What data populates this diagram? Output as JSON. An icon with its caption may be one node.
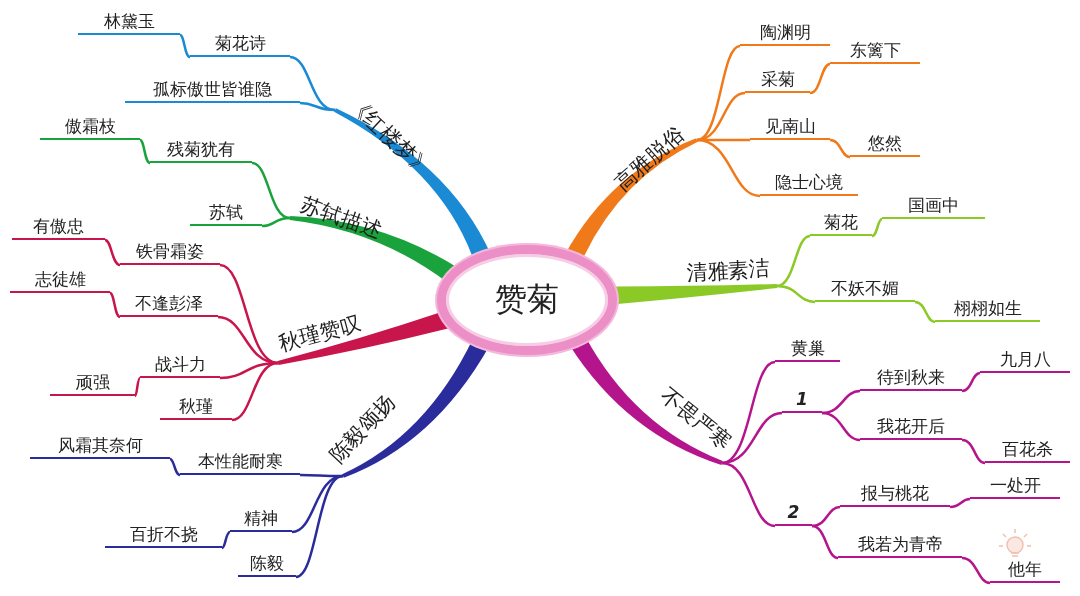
{
  "diagram": {
    "nodes": [
      {
        "text": [
          "赞菊"
        ]
      },
      {
        "text": [
          "《红楼梦》"
        ]
      },
      {
        "text": [
          "菊花诗"
        ]
      },
      {
        "text": [
          "林黛玉"
        ]
      },
      {
        "text": [
          "孤标傲世皆谁隐"
        ]
      },
      {
        "text": [
          "苏轼描述"
        ]
      },
      {
        "text": [
          "残菊犹有"
        ]
      },
      {
        "text": [
          "傲霜枝"
        ]
      },
      {
        "text": [
          "苏轼"
        ]
      },
      {
        "text": [
          "秋瑾赞叹"
        ]
      },
      {
        "text": [
          "铁骨霜姿"
        ]
      },
      {
        "text": [
          "有傲忠"
        ]
      },
      {
        "text": [
          "不逢彭泽"
        ]
      },
      {
        "text": [
          "志徒雄"
        ]
      },
      {
        "text": [
          "战斗力"
        ]
      },
      {
        "text": [
          "顽强"
        ]
      },
      {
        "text": [
          "秋瑾"
        ]
      },
      {
        "text": [
          "陈毅颂扬"
        ]
      },
      {
        "text": [
          "本性能耐寒"
        ]
      },
      {
        "text": [
          "风霜其奈何"
        ]
      },
      {
        "text": [
          "精神"
        ]
      },
      {
        "text": [
          "百折不挠"
        ]
      },
      {
        "text": [
          "陈毅"
        ]
      },
      {
        "text": [
          "高雅脱俗"
        ]
      },
      {
        "text": [
          "陶渊明"
        ]
      },
      {
        "text": [
          "采菊"
        ]
      },
      {
        "text": [
          "东篱下"
        ]
      },
      {
        "text": [
          "见南山"
        ]
      },
      {
        "text": [
          "悠然"
        ]
      },
      {
        "text": [
          "隐士心境"
        ]
      },
      {
        "text": [
          "清雅素洁"
        ]
      },
      {
        "text": [
          "菊花"
        ]
      },
      {
        "text": [
          "国画中"
        ]
      },
      {
        "text": [
          "不妖不媚"
        ]
      },
      {
        "text": [
          "栩栩如生"
        ]
      },
      {
        "text": [
          "不畏严寒"
        ]
      },
      {
        "text": [
          "黄巢"
        ]
      },
      {
        "text": [
          "1"
        ]
      },
      {
        "text": [
          "待到秋来"
        ]
      },
      {
        "text": [
          "九月八"
        ]
      },
      {
        "text": [
          "我花开后"
        ]
      },
      {
        "text": [
          "百花杀"
        ]
      },
      {
        "text": [
          "2"
        ]
      },
      {
        "text": [
          "报与桃花"
        ]
      },
      {
        "text": [
          "一处开"
        ]
      },
      {
        "text": [
          "我若为青帝"
        ]
      },
      {
        "text": [
          "他年"
        ]
      }
    ],
    "edges": [
      {
        "from": 0,
        "to": 1,
        "arrow": "none",
        "style": "thick",
        "color": "#1a8ad4"
      },
      {
        "from": 1,
        "to": 2,
        "arrow": "none",
        "color": "#1a8ad4"
      },
      {
        "from": 2,
        "to": 3,
        "arrow": "none",
        "color": "#1a8ad4"
      },
      {
        "from": 1,
        "to": 4,
        "arrow": "none",
        "color": "#1a8ad4"
      },
      {
        "from": 0,
        "to": 5,
        "arrow": "none",
        "style": "thick",
        "color": "#1aa33c"
      },
      {
        "from": 5,
        "to": 6,
        "arrow": "none",
        "color": "#1aa33c"
      },
      {
        "from": 6,
        "to": 7,
        "arrow": "none",
        "color": "#1aa33c"
      },
      {
        "from": 5,
        "to": 8,
        "arrow": "none",
        "color": "#1aa33c"
      },
      {
        "from": 0,
        "to": 9,
        "arrow": "none",
        "style": "thick",
        "color": "#c8164c"
      },
      {
        "from": 9,
        "to": 10,
        "arrow": "none",
        "color": "#c8164c"
      },
      {
        "from": 10,
        "to": 11,
        "arrow": "none",
        "color": "#c8164c"
      },
      {
        "from": 9,
        "to": 12,
        "arrow": "none",
        "color": "#c8164c"
      },
      {
        "from": 12,
        "to": 13,
        "arrow": "none",
        "color": "#c8164c"
      },
      {
        "from": 9,
        "to": 14,
        "arrow": "none",
        "color": "#c8164c"
      },
      {
        "from": 14,
        "to": 15,
        "arrow": "none",
        "color": "#c8164c"
      },
      {
        "from": 9,
        "to": 16,
        "arrow": "none",
        "color": "#c8164c"
      },
      {
        "from": 0,
        "to": 17,
        "arrow": "none",
        "style": "thick",
        "color": "#2b2c9c"
      },
      {
        "from": 17,
        "to": 18,
        "arrow": "none",
        "color": "#2b2c9c"
      },
      {
        "from": 18,
        "to": 19,
        "arrow": "none",
        "color": "#2b2c9c"
      },
      {
        "from": 17,
        "to": 20,
        "arrow": "none",
        "color": "#2b2c9c"
      },
      {
        "from": 20,
        "to": 21,
        "arrow": "none",
        "color": "#2b2c9c"
      },
      {
        "from": 17,
        "to": 22,
        "arrow": "none",
        "color": "#2b2c9c"
      },
      {
        "from": 0,
        "to": 23,
        "arrow": "none",
        "style": "thick",
        "color": "#f07a1a"
      },
      {
        "from": 23,
        "to": 24,
        "arrow": "none",
        "color": "#f07a1a"
      },
      {
        "from": 23,
        "to": 25,
        "arrow": "none",
        "color": "#f07a1a"
      },
      {
        "from": 25,
        "to": 26,
        "arrow": "none",
        "color": "#f07a1a"
      },
      {
        "from": 23,
        "to": 27,
        "arrow": "none",
        "color": "#f07a1a"
      },
      {
        "from": 27,
        "to": 28,
        "arrow": "none",
        "color": "#f07a1a"
      },
      {
        "from": 23,
        "to": 29,
        "arrow": "none",
        "color": "#f07a1a"
      },
      {
        "from": 0,
        "to": 30,
        "arrow": "none",
        "style": "thick",
        "color": "#8ac926"
      },
      {
        "from": 30,
        "to": 31,
        "arrow": "none",
        "color": "#8ac926"
      },
      {
        "from": 31,
        "to": 32,
        "arrow": "none",
        "color": "#8ac926"
      },
      {
        "from": 30,
        "to": 33,
        "arrow": "none",
        "color": "#8ac926"
      },
      {
        "from": 33,
        "to": 34,
        "arrow": "none",
        "color": "#8ac926"
      },
      {
        "from": 0,
        "to": 35,
        "arrow": "none",
        "style": "thick",
        "color": "#b5158c"
      },
      {
        "from": 35,
        "to": 36,
        "arrow": "none",
        "color": "#b5158c"
      },
      {
        "from": 35,
        "to": 37,
        "arrow": "none",
        "color": "#b5158c"
      },
      {
        "from": 37,
        "to": 38,
        "arrow": "none",
        "color": "#b5158c"
      },
      {
        "from": 38,
        "to": 39,
        "arrow": "none",
        "color": "#b5158c"
      },
      {
        "from": 37,
        "to": 40,
        "arrow": "none",
        "color": "#b5158c"
      },
      {
        "from": 40,
        "to": 41,
        "arrow": "none",
        "color": "#b5158c"
      },
      {
        "from": 35,
        "to": 42,
        "arrow": "none",
        "color": "#b5158c"
      },
      {
        "from": 42,
        "to": 43,
        "arrow": "none",
        "color": "#b5158c"
      },
      {
        "from": 43,
        "to": 44,
        "arrow": "none",
        "color": "#b5158c"
      },
      {
        "from": 42,
        "to": 45,
        "arrow": "none",
        "color": "#b5158c"
      },
      {
        "from": 45,
        "to": 46,
        "arrow": "none",
        "color": "#b5158c"
      }
    ]
  }
}
